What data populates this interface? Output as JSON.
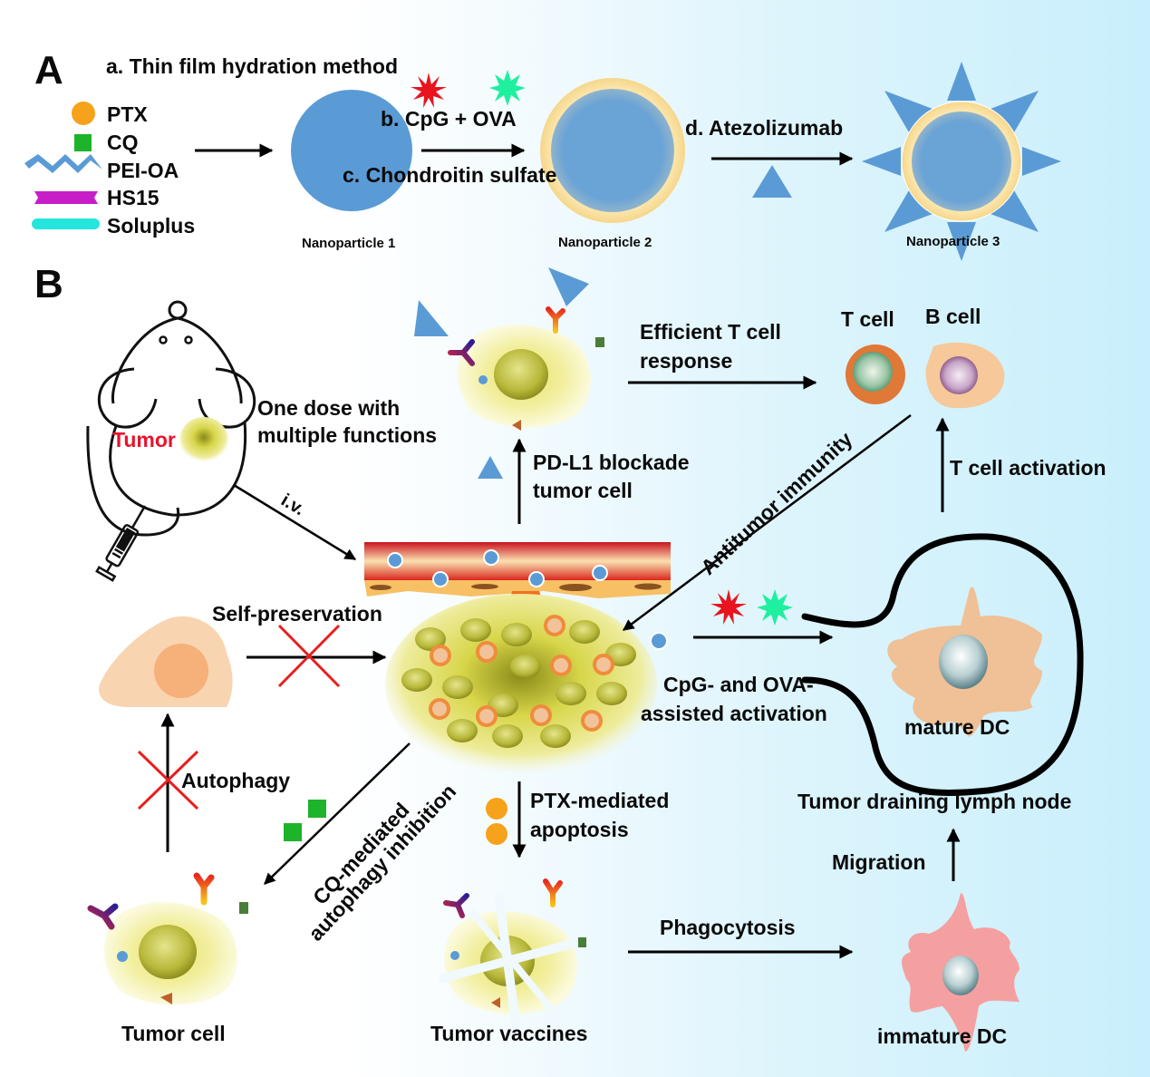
{
  "panels": {
    "A": {
      "label": "A",
      "legend": [
        {
          "label": "PTX",
          "icon": "orange-circle",
          "color": "#f7a21b"
        },
        {
          "label": "CQ",
          "icon": "green-square",
          "color": "#1db32b"
        },
        {
          "label": "PEI-OA",
          "icon": "blue-zigzag",
          "color": "#5b9bd5"
        },
        {
          "label": "HS15",
          "icon": "magenta-bar",
          "color": "#c81ec8"
        },
        {
          "label": "Soluplus",
          "icon": "cyan-bar",
          "color": "#23e6dc"
        }
      ],
      "steps": {
        "a": "a. Thin film hydration method",
        "b": "b. CpG + OVA",
        "c": "c. Chondroitin sulfate",
        "d": "d. Atezolizumab"
      },
      "nanoparticles": [
        "Nanoparticle 1",
        "Nanoparticle 2",
        "Nanoparticle 3"
      ]
    },
    "B": {
      "label": "B",
      "mouse_tumor_label": "Tumor",
      "one_dose": [
        "One dose with",
        "multiple functions"
      ],
      "iv": "i.v.",
      "efficient": [
        "Efficient T cell",
        "response"
      ],
      "t_cell": "T cell",
      "b_cell": "B cell",
      "pdl1": [
        "PD-L1 blockade",
        "tumor cell"
      ],
      "antitumor": "Antitumor immunity",
      "t_cell_activation": "T cell activation",
      "self_preservation": "Self-preservation",
      "cpg_ova": [
        "CpG- and OVA-",
        "assisted activation"
      ],
      "mature_dc": "mature DC",
      "lymph_node": "Tumor draining lymph node",
      "autophagy": "Autophagy",
      "cq_mediated": [
        "CQ-mediated",
        "autophagy inhibition"
      ],
      "ptx_mediated": [
        "PTX-mediated",
        "apoptosis"
      ],
      "migration": "Migration",
      "phagocytosis": "Phagocytosis",
      "tumor_cell": "Tumor cell",
      "tumor_vaccines": "Tumor vaccines",
      "immature_dc": "immature DC"
    }
  },
  "colors": {
    "nanoparticle": "#5b9bd5",
    "shell": "#f6dc95",
    "cpg": "#e8141e",
    "ova": "#1ef0a0",
    "block_x": "#e81e1e",
    "tumor_text": "#e8142d"
  }
}
